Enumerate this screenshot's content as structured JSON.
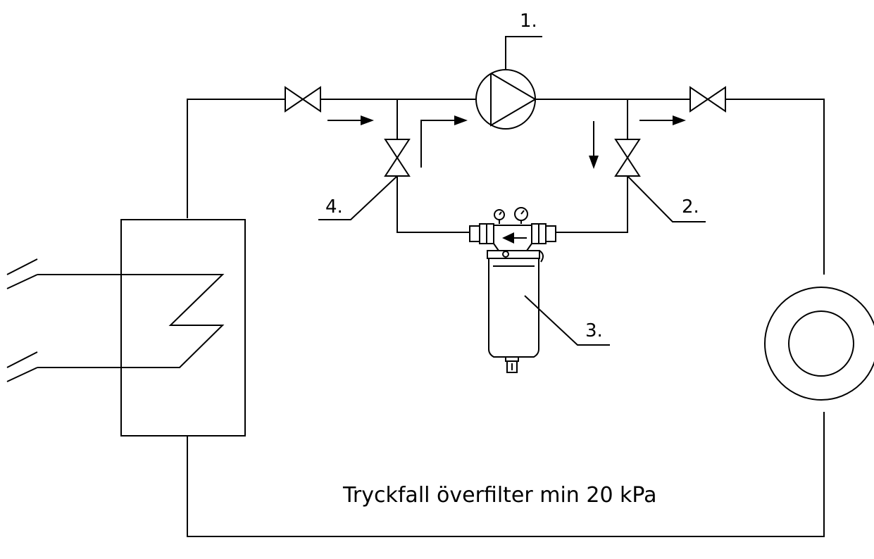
{
  "labels": {
    "pump": "1.",
    "valve_right": "2.",
    "filter": "3.",
    "valve_left": "4."
  },
  "caption": "Tryckfall överfilter min 20 kPa"
}
